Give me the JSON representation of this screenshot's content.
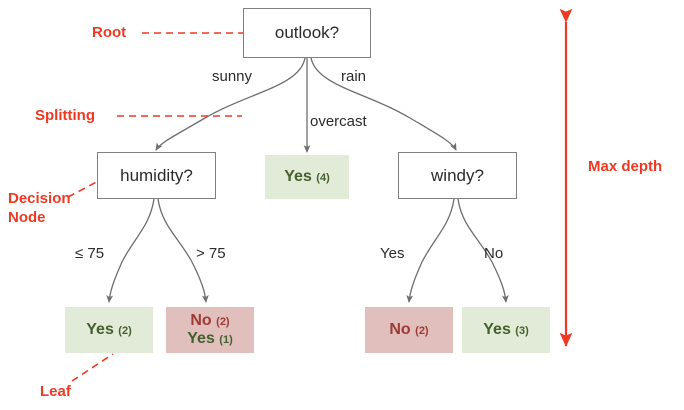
{
  "diagram": {
    "title": "Decision tree for play/no-play with outlook, humidity and windy attributes",
    "colors": {
      "annotation_red": "#f03923",
      "leaf_green_bg": "#e2ebd8",
      "leaf_green_text": "#44602d",
      "leaf_red_bg": "#e0bfbd",
      "leaf_red_text": "#9e3b34",
      "node_border": "#808080",
      "edge_line": "#6e6e6e",
      "node_text": "#2b2b2b"
    },
    "nodes": {
      "root": {
        "label": "outlook?"
      },
      "humidity": {
        "label": "humidity?"
      },
      "windy": {
        "label": "windy?"
      },
      "leaf_overcast": {
        "label": "Yes",
        "count": "(4)"
      },
      "leaf_hum_low": {
        "label": "Yes",
        "count": "(2)"
      },
      "leaf_hum_high_no": {
        "label": "No",
        "count": "(2)"
      },
      "leaf_hum_high_yes": {
        "label": "Yes",
        "count": "(1)"
      },
      "leaf_windy_yes": {
        "label": "No",
        "count": "(2)"
      },
      "leaf_windy_no": {
        "label": "Yes",
        "count": "(3)"
      }
    },
    "edge_labels": {
      "sunny": "sunny",
      "overcast": "overcast",
      "rain": "rain",
      "humidity_low": "≤ 75",
      "humidity_high": "> 75",
      "windy_yes": "Yes",
      "windy_no": "No"
    },
    "annotations": {
      "root": "Root",
      "splitting": "Splitting",
      "decision_node_line1": "Decision",
      "decision_node_line2": "Node",
      "leaf": "Leaf",
      "max_depth": "Max depth"
    }
  }
}
